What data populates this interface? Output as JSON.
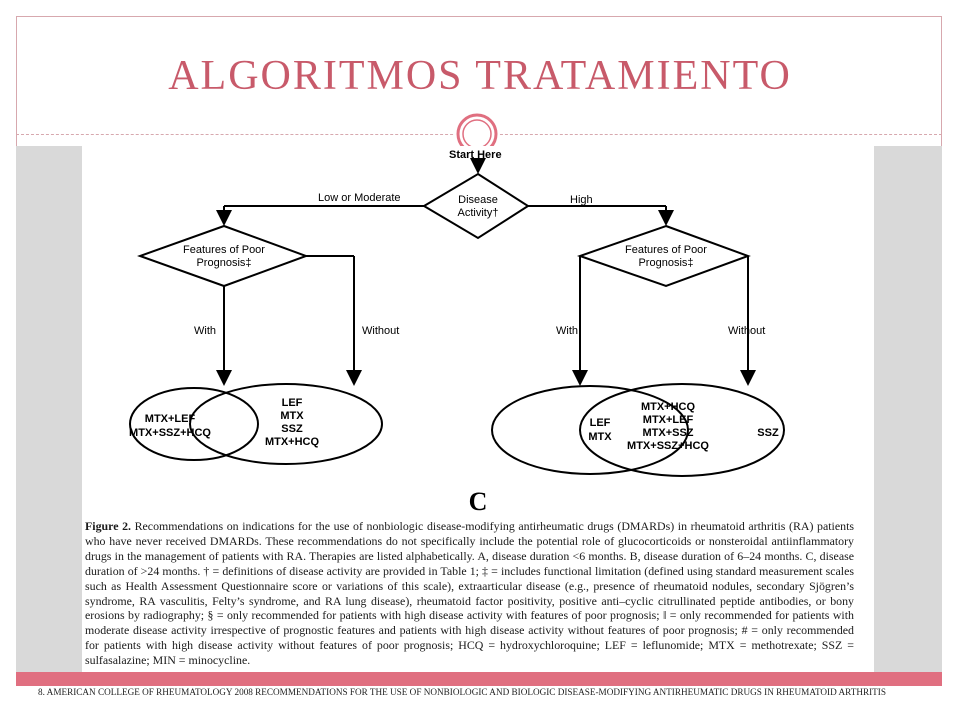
{
  "title": "ALGORITMOS  TRATAMIENTO",
  "diagram": {
    "start": "Start Here",
    "center_decision": [
      "Disease",
      "Activity†"
    ],
    "left_branch": "Low or Moderate",
    "right_branch": "High",
    "features_decision": [
      "Features of Poor",
      "Prognosis‡"
    ],
    "with_label": "With",
    "without_label": "Without",
    "left_venn": {
      "left": [
        "MTX+LEF",
        "MTX+SSZ+HCQ"
      ],
      "overlap": [
        "LEF",
        "MTX",
        "SSZ",
        "MTX+HCQ"
      ]
    },
    "right_venn": {
      "left": [
        "LEF",
        "MTX"
      ],
      "overlap": [
        "MTX+HCQ",
        "MTX+LEF",
        "MTX+SSZ",
        "MTX+SSZ+HCQ"
      ],
      "right": [
        "SSZ"
      ]
    },
    "panel_letter": "C"
  },
  "caption": {
    "label": "Figure 2.",
    "text": " Recommendations on indications for the use of nonbiologic disease-modifying antirheumatic drugs (DMARDs) in rheumatoid arthritis (RA) patients who have never received DMARDs. These recommendations do not specifically include the potential role of glucocorticoids or nonsteroidal antiinflammatory drugs in the management of patients with RA. Therapies are listed alphabetically. A, disease duration <6 months. B, disease duration of 6–24 months. C, disease duration of >24 months. † = definitions of disease activity are provided in Table 1; ‡ = includes functional limitation (defined using standard measurement scales such as Health Assessment Questionnaire score or variations of this scale), extraarticular disease (e.g., presence of rheumatoid nodules, secondary Sjögren’s syndrome, RA vasculitis, Felty’s syndrome, and RA lung disease), rheumatoid factor positivity, positive anti–cyclic citrullinated peptide antibodies, or bony erosions by radiography; § = only recommended for patients with high disease activity with features of poor prognosis; ‖ = only recommended for patients with moderate disease activity irrespective of prognostic features and patients with high disease activity without features of poor prognosis; # = only recommended for patients with high disease activity without features of poor prognosis; HCQ = hydroxychloroquine; LEF = leflunomide; MTX = methotrexate; SSZ = sulfasalazine; MIN = minocycline."
  },
  "footer": "8. American College of Rheumatology 2008 recommendations for the use of nonbiologic and biologic disease-modifying antirheumatic drugs in rheumatoid arthritis",
  "colors": {
    "title": "#c85a6a",
    "accent_bar": "#e06f80",
    "background_panel": "#d9d9d9"
  }
}
